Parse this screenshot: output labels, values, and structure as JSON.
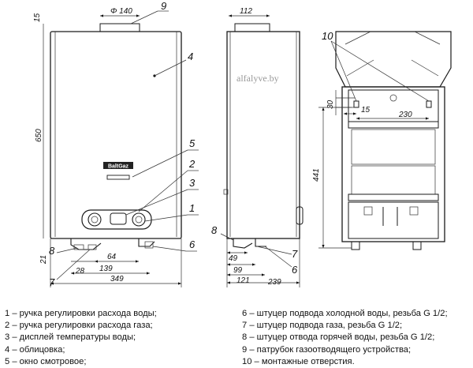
{
  "watermark": "alfalyve.by",
  "brand_logo": "BaltGaz",
  "front_view": {
    "dims": {
      "top_offset": "15",
      "flue_diameter": "Φ 140",
      "height": "650",
      "bottom": "21",
      "w28": "28",
      "w64": "64",
      "w139": "139",
      "width": "349"
    },
    "callouts": [
      "9",
      "4",
      "5",
      "2",
      "3",
      "1",
      "6",
      "8",
      "7"
    ]
  },
  "side_view": {
    "dims": {
      "top": "112",
      "d49": "49",
      "d99": "99",
      "d121": "121",
      "depth": "239"
    },
    "callouts": [
      "8",
      "7",
      "6"
    ]
  },
  "rear_view": {
    "dims": {
      "d30": "30",
      "d15": "15",
      "d230": "230",
      "height": "441"
    },
    "callouts": [
      "10"
    ]
  },
  "legend_left": [
    "1 – ручка регулировки расхода воды;",
    "2 – ручка регулировки расхода газа;",
    "3 – дисплей температуры воды;",
    "4 – облицовка;",
    "5 – окно смотровое;"
  ],
  "legend_right": [
    "6 – штуцер подвода холодной воды, резьба G 1/2;",
    "7 – штуцер подвода газа, резьба G 1/2;",
    "8 – штуцер отвода горячей воды, резьба G 1/2;",
    "9 – патрубок газоотводящего устройства;",
    "10 – монтажные отверстия."
  ]
}
